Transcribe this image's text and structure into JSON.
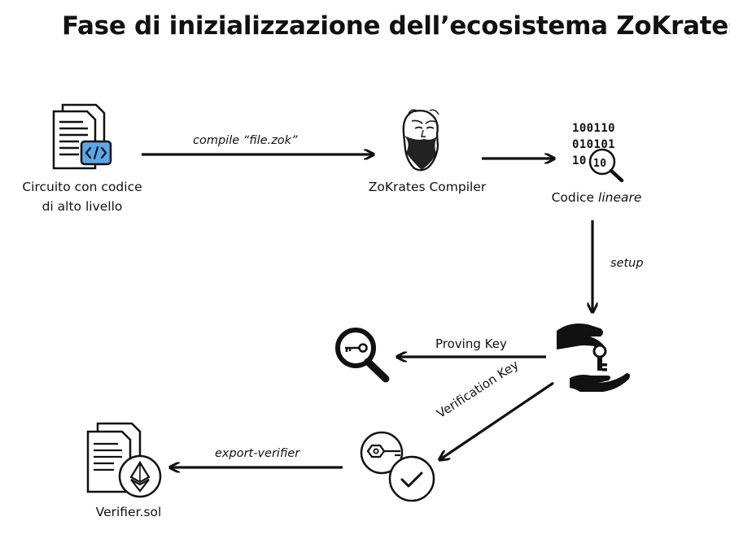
{
  "title": "Fase di inizializzazione dell’ecosistema ZoKrates",
  "nodes": {
    "circuit": {
      "line1": "Circuito con codice",
      "line2": "di alto livello",
      "icon": "document-code-icon"
    },
    "compiler": {
      "label": "ZoKrates Compiler",
      "icon": "philosopher-bust-icon"
    },
    "linear_code": {
      "label_plain": "Codice ",
      "label_italic": "lineare",
      "icon": "binary-magnifier-icon"
    },
    "key_exchange": {
      "icon": "hand-giving-key-icon"
    },
    "proving_key": {
      "icon": "key-magnifier-icon"
    },
    "verification_key": {
      "icon": "key-checkmark-icon"
    },
    "verifier": {
      "label": "Verifier.sol",
      "icon": "document-ethereum-icon"
    }
  },
  "edges": {
    "compile": "compile “file.zok”",
    "setup": "setup",
    "proving_key": "Proving Key",
    "verification_key": "Verification Key",
    "export": "export-verifier"
  },
  "binary_rows": [
    "100110",
    "010101",
    "10"
  ],
  "binary_lens_text": "10"
}
